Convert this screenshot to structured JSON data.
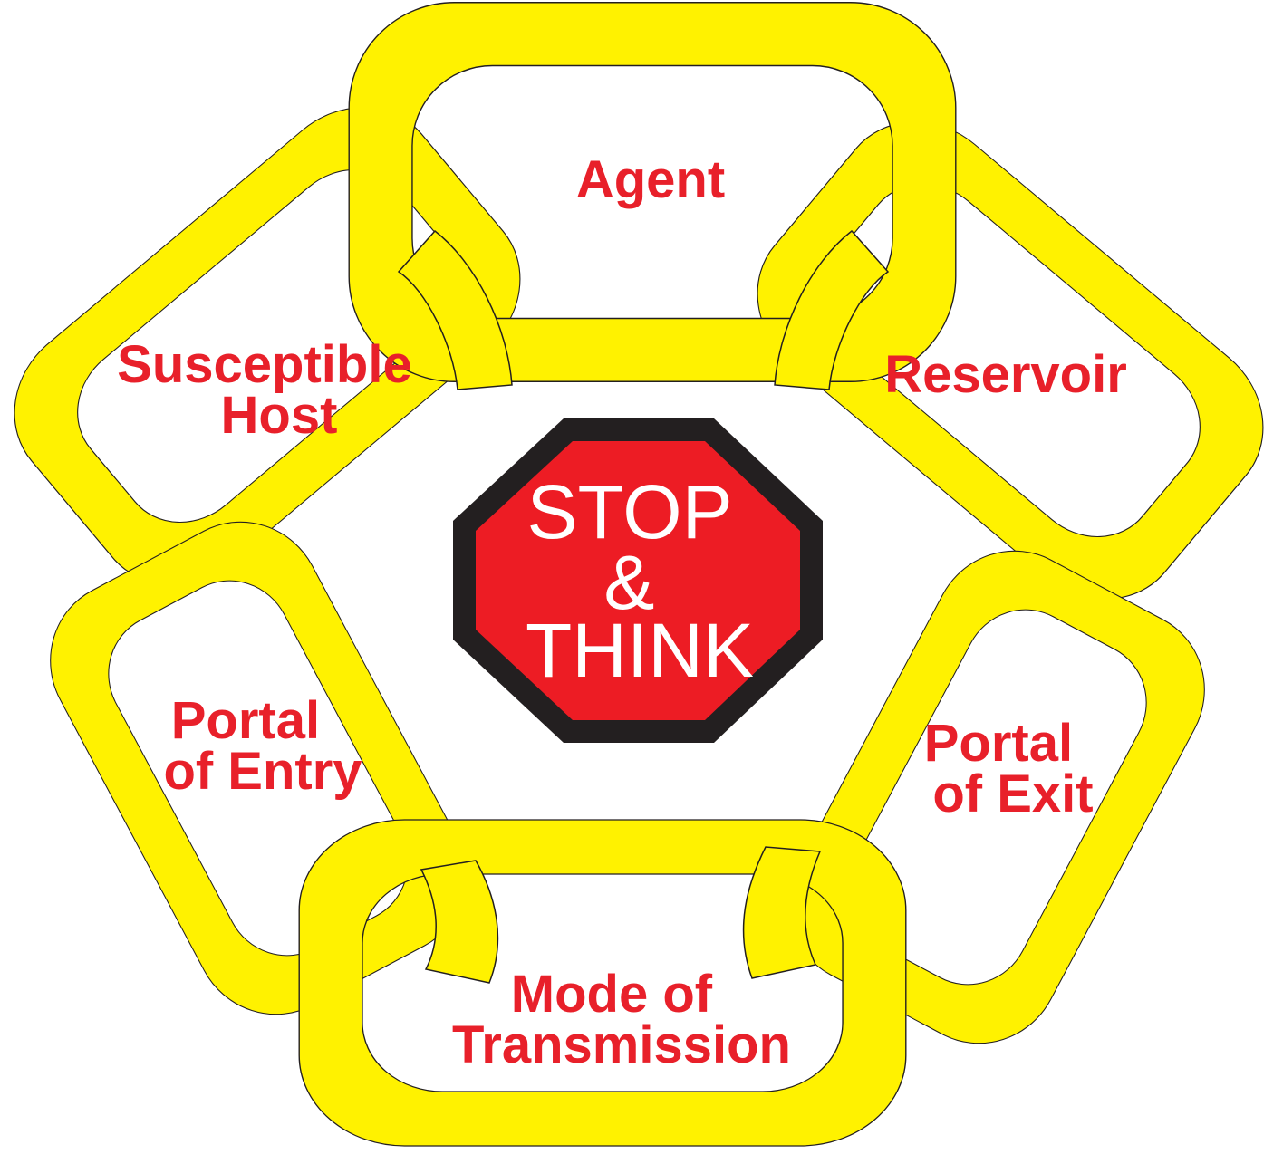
{
  "diagram": {
    "links": [
      {
        "id": "agent",
        "lines": [
          "Agent"
        ]
      },
      {
        "id": "reservoir",
        "lines": [
          "Reservoir"
        ]
      },
      {
        "id": "portal-of-exit",
        "lines": [
          "Portal",
          "of Exit"
        ]
      },
      {
        "id": "mode-of-transmission",
        "lines": [
          "Mode of",
          "Transmission"
        ]
      },
      {
        "id": "portal-of-entry",
        "lines": [
          "Portal",
          "of Entry"
        ]
      },
      {
        "id": "susceptible-host",
        "lines": [
          "Susceptible",
          "Host"
        ]
      }
    ],
    "center_sign": {
      "lines": [
        "STOP",
        "&",
        "THINK"
      ]
    }
  },
  "colors": {
    "chain": "#fff200",
    "chain_outline": "#231f20",
    "label": "#e8202a",
    "sign_fill": "#ed1c24",
    "sign_border": "#231f20",
    "sign_text": "#ffffff",
    "background": "#ffffff"
  }
}
